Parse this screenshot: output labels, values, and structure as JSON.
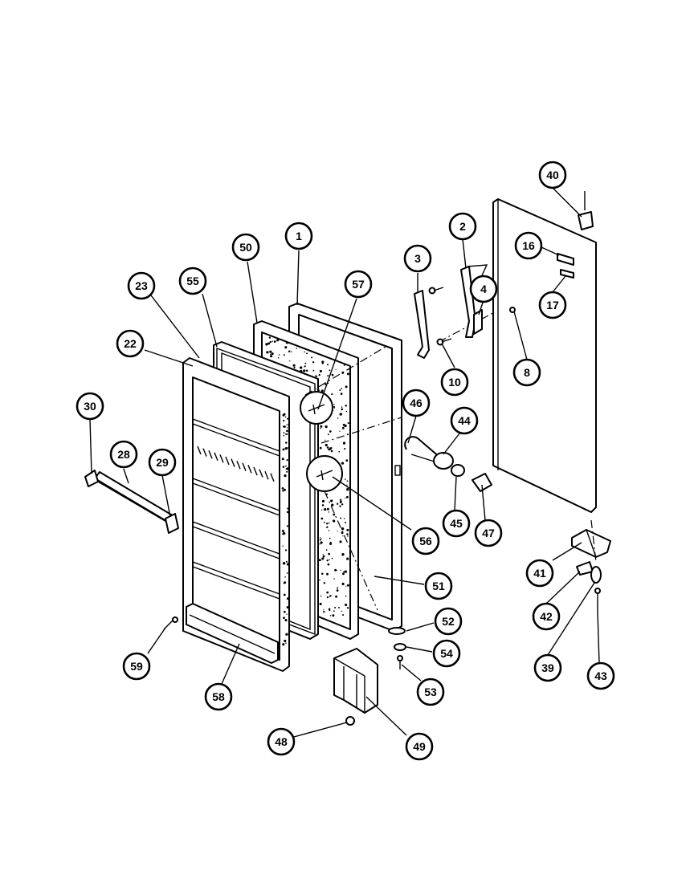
{
  "diagram": {
    "type": "exploded-parts-view",
    "colors": {
      "ink": "#000000",
      "paper": "#ffffff"
    },
    "callouts": [
      {
        "key": "p1",
        "label": "1"
      },
      {
        "key": "p2",
        "label": "2"
      },
      {
        "key": "p3",
        "label": "3"
      },
      {
        "key": "p4",
        "label": "4"
      },
      {
        "key": "p8",
        "label": "8"
      },
      {
        "key": "p10",
        "label": "10"
      },
      {
        "key": "p16",
        "label": "16"
      },
      {
        "key": "p17",
        "label": "17"
      },
      {
        "key": "p22",
        "label": "22"
      },
      {
        "key": "p23",
        "label": "23"
      },
      {
        "key": "p28",
        "label": "28"
      },
      {
        "key": "p29",
        "label": "29"
      },
      {
        "key": "p30",
        "label": "30"
      },
      {
        "key": "p39",
        "label": "39"
      },
      {
        "key": "p40",
        "label": "40"
      },
      {
        "key": "p41",
        "label": "41"
      },
      {
        "key": "p42",
        "label": "42"
      },
      {
        "key": "p43",
        "label": "43"
      },
      {
        "key": "p44",
        "label": "44"
      },
      {
        "key": "p45",
        "label": "45"
      },
      {
        "key": "p46",
        "label": "46"
      },
      {
        "key": "p47",
        "label": "47"
      },
      {
        "key": "p48",
        "label": "48"
      },
      {
        "key": "p49",
        "label": "49"
      },
      {
        "key": "p50",
        "label": "50"
      },
      {
        "key": "p51",
        "label": "51"
      },
      {
        "key": "p52",
        "label": "52"
      },
      {
        "key": "p53",
        "label": "53"
      },
      {
        "key": "p54",
        "label": "54"
      },
      {
        "key": "p55",
        "label": "55"
      },
      {
        "key": "p56",
        "label": "56"
      },
      {
        "key": "p57",
        "label": "57"
      },
      {
        "key": "p58",
        "label": "58"
      },
      {
        "key": "p59",
        "label": "59"
      }
    ]
  }
}
